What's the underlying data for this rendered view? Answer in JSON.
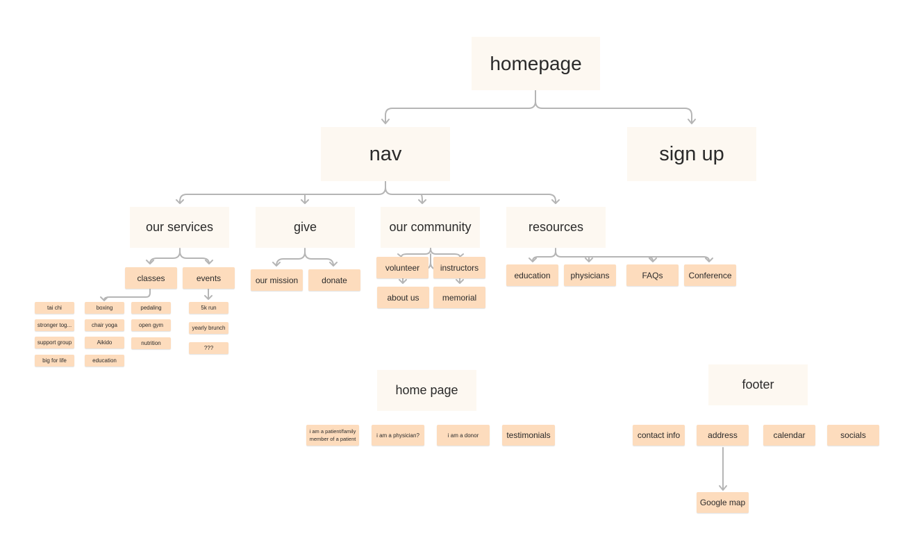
{
  "root": {
    "label": "homepage"
  },
  "nav": {
    "label": "nav"
  },
  "signup": {
    "label": "sign up"
  },
  "sections": {
    "services": {
      "label": "our services"
    },
    "give": {
      "label": "give"
    },
    "community": {
      "label": "our community"
    },
    "resources": {
      "label": "resources"
    }
  },
  "services": {
    "classes": "classes",
    "events": "events",
    "class_items": [
      "tai chi",
      "stronger tog...",
      "support group",
      "big for life",
      "boxing",
      "chair yoga",
      "Aikido",
      "education",
      "pedaling",
      "open gym",
      "nutrition"
    ],
    "event_items": [
      "5k run",
      "yearly brunch",
      "???"
    ]
  },
  "give": {
    "items": [
      "our mission",
      "donate"
    ]
  },
  "community": {
    "items": [
      "volunteer",
      "instructors",
      "about us",
      "memorial"
    ]
  },
  "resources": {
    "items": [
      "education",
      "physicians",
      "FAQs",
      "Conference"
    ]
  },
  "home_page": {
    "label": "home page",
    "items": [
      "i am a patient/family member of a patient",
      "i am a physician?",
      "i am a donor",
      "testimonials"
    ]
  },
  "footer": {
    "label": "footer",
    "items": [
      "contact info",
      "address",
      "calendar",
      "socials"
    ],
    "address_child": "Google map"
  },
  "colors": {
    "large_box": "#fdf8f1",
    "small_box": "#fddcbd",
    "connector": "#b5b5b5",
    "text": "#2a2a2a"
  }
}
